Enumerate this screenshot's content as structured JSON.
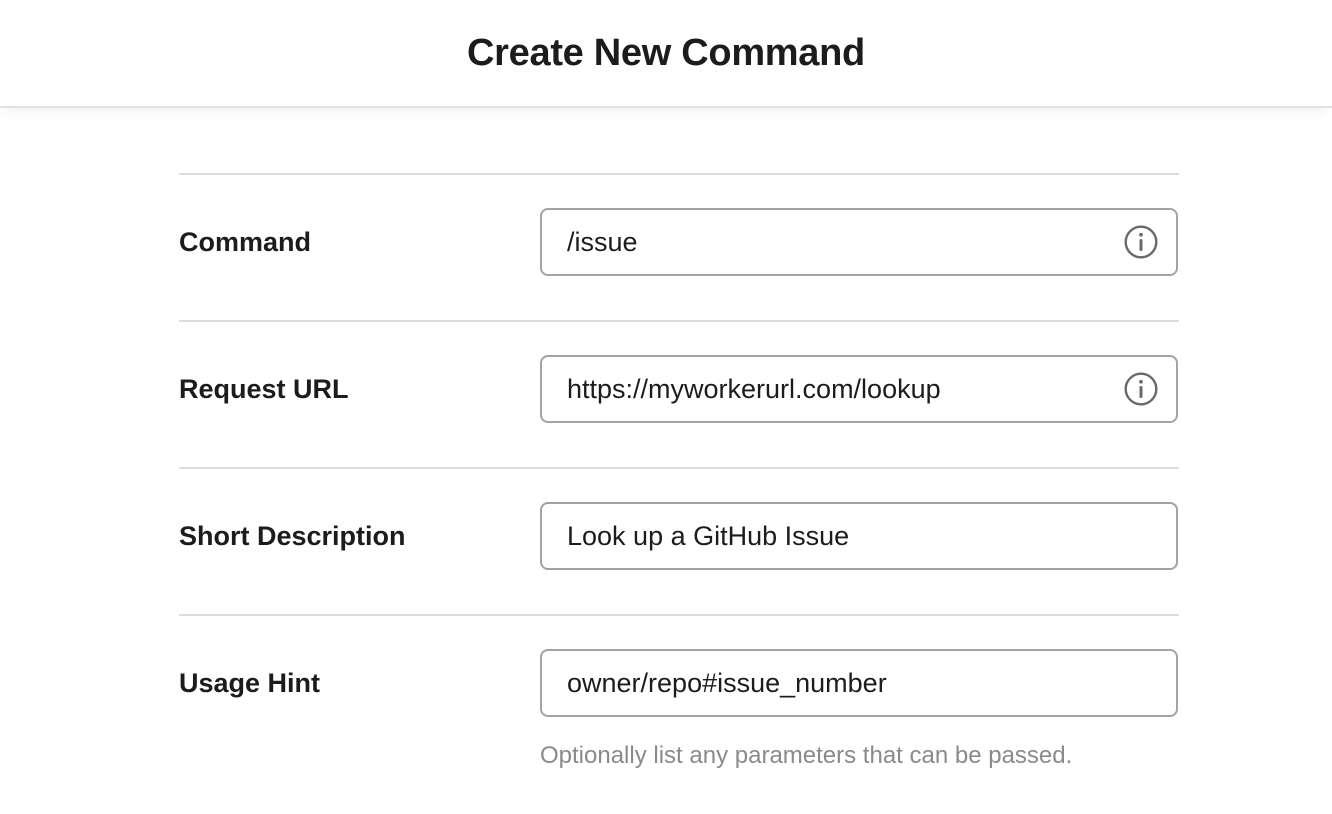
{
  "header": {
    "title": "Create New Command"
  },
  "form": {
    "rows": [
      {
        "label": "Command",
        "value": "/issue",
        "info_icon": "info-icon"
      },
      {
        "label": "Request URL",
        "value": "https://myworkerurl.com/lookup",
        "info_icon": "info-icon"
      },
      {
        "label": "Short Description",
        "value": "Look up a GitHub Issue",
        "info_icon": null
      },
      {
        "label": "Usage Hint",
        "value": "owner/repo#issue_number",
        "info_icon": null,
        "helper": "Optionally list any parameters that can be passed."
      }
    ]
  },
  "colors": {
    "text_dark": "#1d1c1d",
    "divider": "#dddddd",
    "input_border": "#a3a3a3",
    "icon_gray": "#696969",
    "helper_gray": "#8a8a8a",
    "background": "#ffffff"
  }
}
